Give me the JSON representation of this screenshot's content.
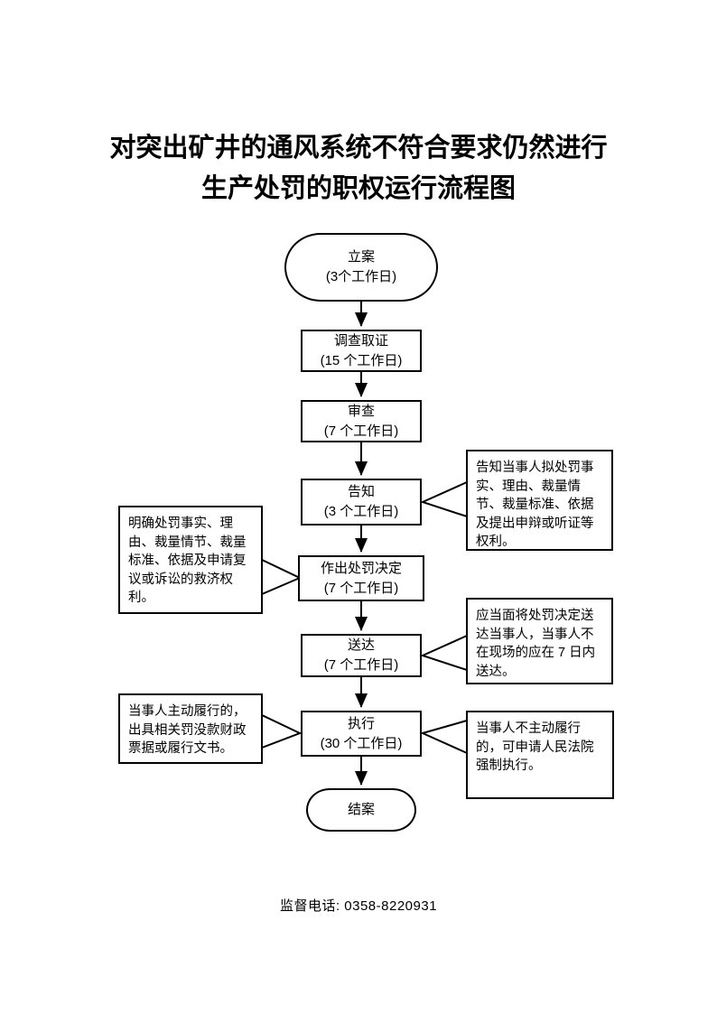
{
  "title": {
    "line1": "对突出矿井的通风系统不符合要求仍然进行",
    "line2": "生产处罚的职权运行流程图"
  },
  "flow": {
    "nodes": {
      "start": {
        "label": "立案",
        "duration": "(3个工作日)"
      },
      "investigation": {
        "label": "调查取证",
        "duration": "(15 个工作日)"
      },
      "review": {
        "label": "审查",
        "duration": "(7 个工作日)"
      },
      "notification": {
        "label": "告知",
        "duration": "(3 个工作日)"
      },
      "decision": {
        "label": "作出处罚决定",
        "duration": "(7 个工作日)"
      },
      "delivery": {
        "label": "送达",
        "duration": "(7 个工作日)"
      },
      "execution": {
        "label": "执行",
        "duration": "(30 个工作日)"
      },
      "end": {
        "label": "结案"
      }
    }
  },
  "annotations": {
    "notification_right": {
      "text": "告知当事人拟处罚事实、理由、裁量情节、裁量标准、依据及提出申辩或听证等权利。"
    },
    "decision_left": {
      "text": "明确处罚事实、理由、裁量情节、裁量标准、依据及申请复议或诉讼的救济权利。"
    },
    "delivery_right": {
      "text": "应当面将处罚决定送达当事人，当事人不在现场的应在 7 日内送达。"
    },
    "execution_left": {
      "text": "当事人主动履行的，出具相关罚没款财政票据或履行文书。"
    },
    "execution_right": {
      "text": "当事人不主动履行的，可申请人民法院强制执行。"
    }
  },
  "footer": {
    "phone": "监督电话: 0358-8220931"
  },
  "colors": {
    "line": "#000000",
    "background": "#ffffff"
  }
}
